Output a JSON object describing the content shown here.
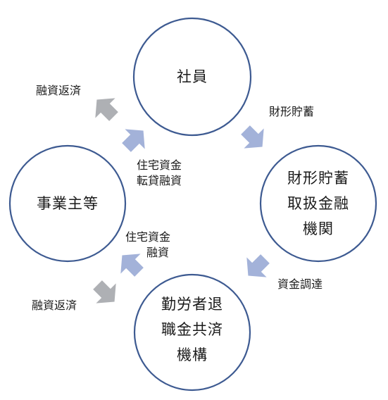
{
  "colors": {
    "circle_stroke": "#3d5a91",
    "arrow_light": "#a3b2d9",
    "arrow_gray": "#aeb0b4"
  },
  "nodes": {
    "employee": [
      "社員"
    ],
    "asset_institution": [
      "財形貯蓄",
      "取扱金融",
      "機関"
    ],
    "retirement_org": [
      "勤労者退",
      "職金共済",
      "機構"
    ],
    "employer": [
      "事業主等"
    ]
  },
  "edges": {
    "asset_savings": "財形貯蓄",
    "fund_raising": "資金調達",
    "housing_loan": [
      "住宅資金",
      "融資"
    ],
    "employer_repayment": "融資返済",
    "housing_relending": [
      "住宅資金",
      "転貸融資"
    ],
    "employee_repayment": "融資返済"
  }
}
